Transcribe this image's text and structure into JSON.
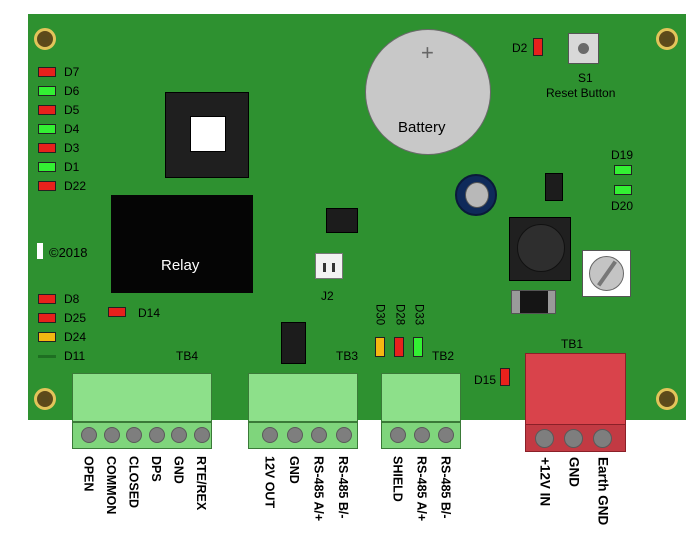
{
  "leds_left": [
    {
      "label": "D7",
      "color": "red"
    },
    {
      "label": "D6",
      "color": "green"
    },
    {
      "label": "D5",
      "color": "red"
    },
    {
      "label": "D4",
      "color": "green"
    },
    {
      "label": "D3",
      "color": "red"
    },
    {
      "label": "D1",
      "color": "green"
    },
    {
      "label": "D22",
      "color": "red"
    }
  ],
  "leds_lower": [
    {
      "label": "D8",
      "color": "red"
    },
    {
      "label": "D25",
      "color": "red"
    },
    {
      "label": "D24",
      "color": "yellow"
    },
    {
      "label": "D11",
      "color": "green"
    }
  ],
  "d14": {
    "label": "D14"
  },
  "d2": {
    "label": "D2"
  },
  "s1": {
    "label": "S1",
    "sublabel": "Reset Button"
  },
  "battery": {
    "label": "Battery",
    "symbol": "+"
  },
  "d19": {
    "label": "D19"
  },
  "d20": {
    "label": "D20"
  },
  "copyright": "©2018",
  "relay": {
    "label": "Relay"
  },
  "j2": {
    "label": "J2"
  },
  "d15": {
    "label": "D15"
  },
  "tb2_leds": [
    {
      "label": "D30",
      "color": "yellow"
    },
    {
      "label": "D28",
      "color": "red"
    },
    {
      "label": "D33",
      "color": "green"
    }
  ],
  "terminal_blocks": {
    "tb4": {
      "label": "TB4",
      "pins": [
        "OPEN",
        "COMMON",
        "CLOSED",
        "DPS",
        "GND",
        "RTE/REX"
      ]
    },
    "tb3": {
      "label": "TB3",
      "pins": [
        "12V OUT",
        "GND",
        "RS-485 A/+",
        "RS-485 B/-"
      ]
    },
    "tb2": {
      "label": "TB2",
      "pins": [
        "SHIELD",
        "RS-485 A/+",
        "RS-485 B/-"
      ]
    },
    "tb1": {
      "label": "TB1",
      "pins": [
        "+12V IN",
        "GND",
        "Earth GND"
      ]
    }
  },
  "colors": {
    "board": "#2e9130",
    "led_red": "#e8211c",
    "led_green": "#33f033",
    "led_yellow": "#f5b712",
    "terminal_green": "#8de08a",
    "terminal_red": "#d9434b"
  },
  "icons": [
    "mounting-hole-icon",
    "battery-plus-icon",
    "potentiometer-icon",
    "screw-icon"
  ]
}
